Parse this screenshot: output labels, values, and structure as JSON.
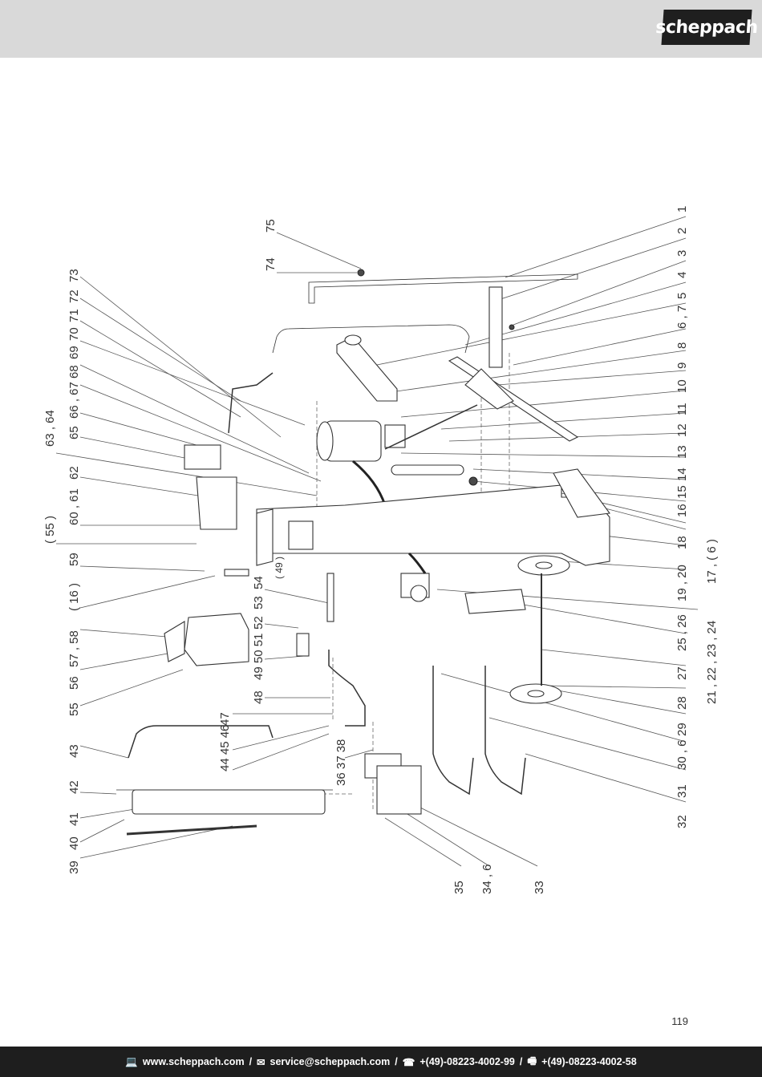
{
  "header": {
    "brand": "scheppach"
  },
  "callouts": {
    "right": [
      "1",
      "2",
      "3",
      "4",
      "5",
      "6 , 7",
      "8",
      "9",
      "10",
      "11",
      "12",
      "13",
      "14",
      "15",
      "16",
      "17 , ( 6 )",
      "18",
      "19 , 20",
      "21 , 22 , 23 , 24",
      "25 , 26",
      "27",
      "28",
      "29",
      "30 , 6",
      "31",
      "32"
    ],
    "bottom": [
      "35",
      "34 , 6",
      "33"
    ],
    "left": [
      "73",
      "72",
      "71",
      "70",
      "69",
      "68",
      "66 , 67",
      "65",
      "63 , 64",
      "62",
      "60 , 61",
      "( 55 )",
      "59",
      "( 16 )",
      "57 , 58",
      "56",
      "55",
      "43",
      "42",
      "41",
      "40",
      "39"
    ],
    "center": [
      "75",
      "74",
      "54",
      "( 49 )",
      "53",
      "52",
      "49 50 51",
      "48",
      "47",
      "44 45 46",
      "36 37 38"
    ]
  },
  "page_number": "119",
  "footer": {
    "website": "www.scheppach.com",
    "email": "service@scheppach.com",
    "phone": "+(49)-08223-4002-99",
    "fax": "+(49)-08223-4002-58",
    "website_icon": "computer-icon",
    "email_icon": "envelope-icon",
    "phone_icon": "telephone-icon",
    "fax_icon": "fax-icon"
  }
}
